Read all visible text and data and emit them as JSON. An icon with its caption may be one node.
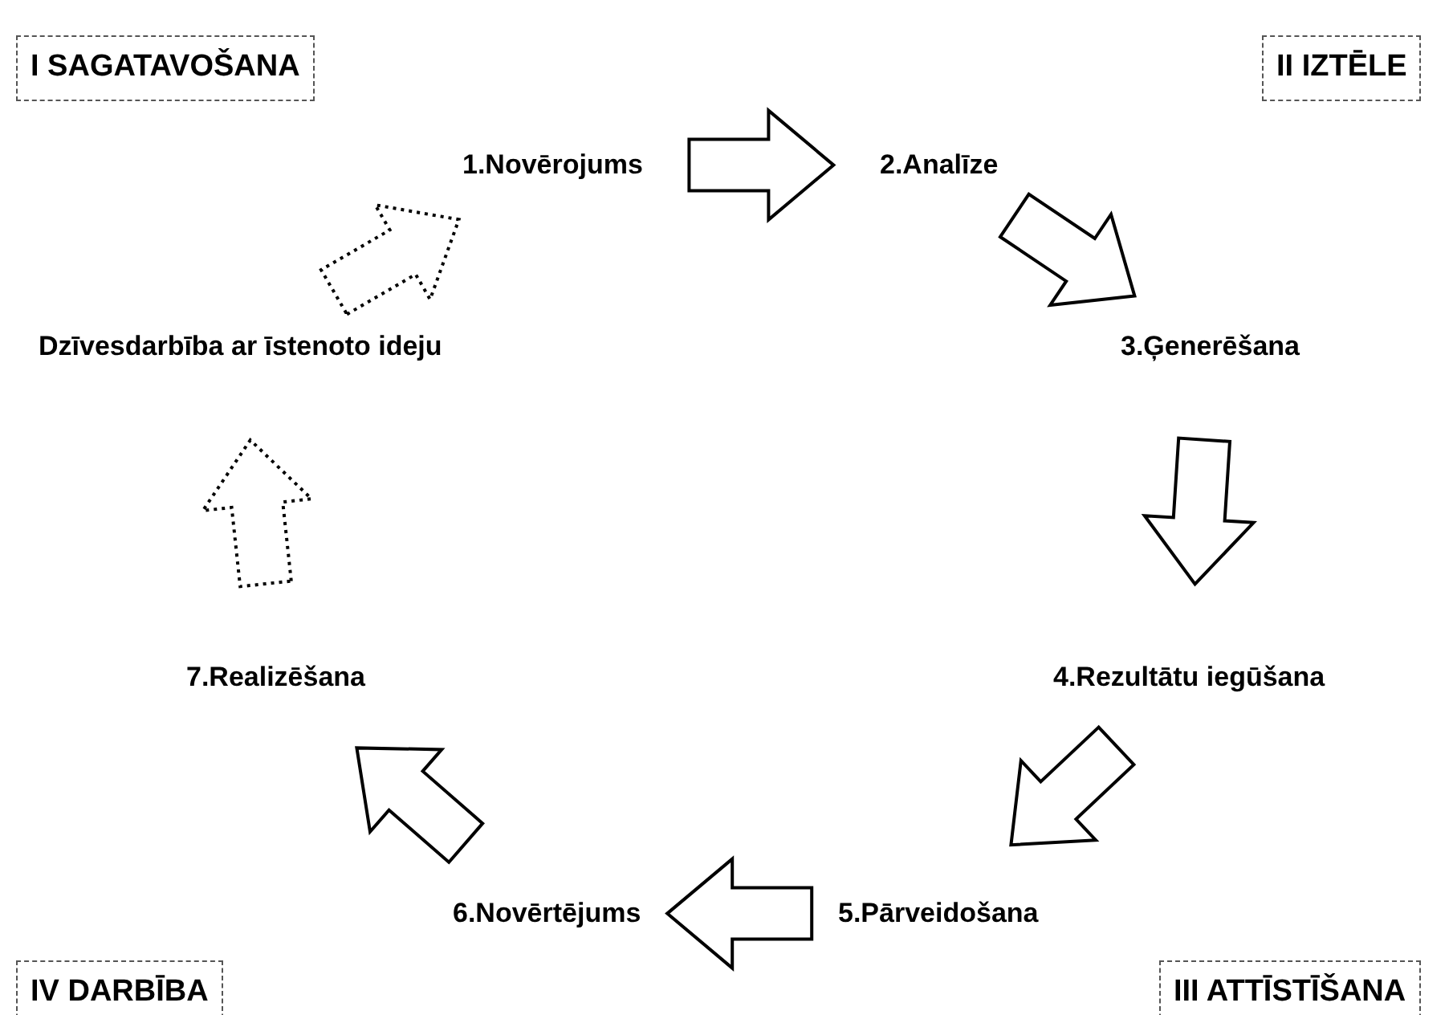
{
  "diagram": {
    "nodes": [
      {
        "text": [
          "I SAGATAVOŠANA"
        ]
      },
      {
        "text": [
          "II IZTĒLE"
        ]
      },
      {
        "text": [
          "III ATTĪSTĪŠANA"
        ]
      },
      {
        "text": [
          "IV DARBĪBA"
        ]
      },
      {
        "text": [
          "1.Novērojums"
        ]
      },
      {
        "text": [
          "2.Analīze"
        ]
      },
      {
        "text": [
          "3.Ģenerēšana"
        ]
      },
      {
        "text": [
          "4.Rezultātu iegūšana"
        ]
      },
      {
        "text": [
          "5.Pārveidošana"
        ]
      },
      {
        "text": [
          "6.Novērtējums"
        ]
      },
      {
        "text": [
          "7.Realizēšana"
        ]
      },
      {
        "text": [
          "Dzīvesdarbība ar īstenoto ideju"
        ]
      }
    ],
    "edges": [
      {
        "from": 4,
        "to": 5,
        "arrow": "to"
      },
      {
        "from": 5,
        "to": 6,
        "arrow": "to"
      },
      {
        "from": 6,
        "to": 7,
        "arrow": "to"
      },
      {
        "from": 7,
        "to": 8,
        "arrow": "to"
      },
      {
        "from": 8,
        "to": 9,
        "arrow": "to"
      },
      {
        "from": 9,
        "to": 10,
        "arrow": "to"
      },
      {
        "from": 10,
        "to": 11,
        "arrow": "to",
        "style": "dashed"
      },
      {
        "from": 11,
        "to": 4,
        "arrow": "to",
        "style": "dashed"
      }
    ]
  }
}
